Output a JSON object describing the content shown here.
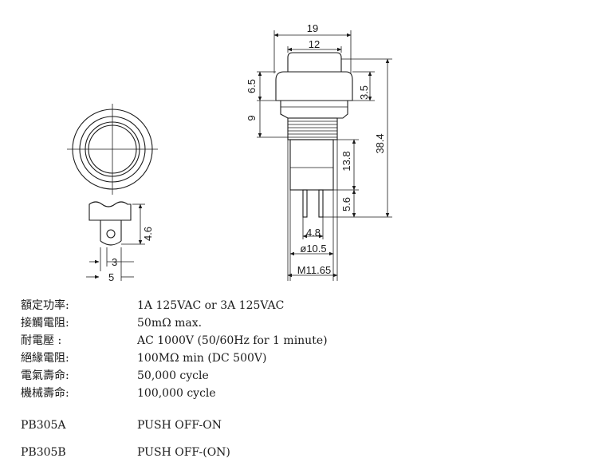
{
  "dimensions": {
    "top_width_19": "19",
    "top_width_12": "12",
    "left_6_5": "6.5",
    "left_9": "9",
    "right_3_5": "3.5",
    "right_13_8": "13.8",
    "right_38_4": "38.4",
    "right_5_6": "5.6",
    "bottom_4_8": "4.8",
    "bottom_dia_10_5": "ø10.5",
    "bottom_m11_65": "M11.65",
    "side_4_6": "4.6",
    "side_3": "3",
    "side_5": "5"
  },
  "specs": [
    {
      "label": "額定功率:",
      "value": "1A 125VAC or 3A 125VAC"
    },
    {
      "label": "接觸電阻:",
      "value": "50mΩ max."
    },
    {
      "label": "耐電壓   :",
      "value": "AC 1000V (50/60Hz for 1 minute)"
    },
    {
      "label": "絕緣電阻:",
      "value": "100MΩ min (DC 500V)"
    },
    {
      "label": "電氣壽命:",
      "value": "50,000 cycle"
    },
    {
      "label": "機械壽命:",
      "value": "100,000 cycle"
    }
  ],
  "models": [
    {
      "model": "PB305A",
      "action": "PUSH  OFF-ON"
    },
    {
      "model": "PB305B",
      "action": "PUSH  OFF-(ON)"
    }
  ]
}
